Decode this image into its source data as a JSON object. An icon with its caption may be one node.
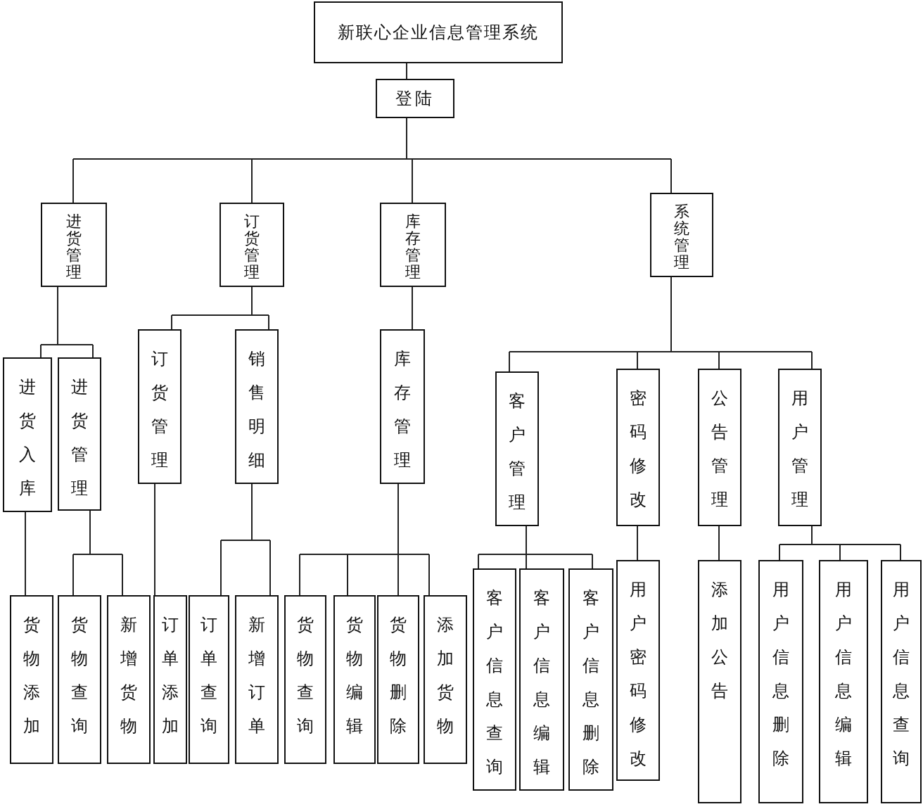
{
  "diagram": {
    "nodes": [
      {
        "text": [
          "新联心企业信息管理系统"
        ]
      },
      {
        "text": [
          "登陆"
        ]
      },
      {
        "text": [
          "进货管理"
        ]
      },
      {
        "text": [
          "订货管理"
        ]
      },
      {
        "text": [
          "库存管理"
        ]
      },
      {
        "text": [
          "系统管理"
        ]
      },
      {
        "text": [
          "进货入库"
        ]
      },
      {
        "text": [
          "进货管理"
        ]
      },
      {
        "text": [
          "订货管理"
        ]
      },
      {
        "text": [
          "销售明细"
        ]
      },
      {
        "text": [
          "库存管理"
        ]
      },
      {
        "text": [
          "客户管理"
        ]
      },
      {
        "text": [
          "密码修改"
        ]
      },
      {
        "text": [
          "公告管理"
        ]
      },
      {
        "text": [
          "用户管理"
        ]
      },
      {
        "text": [
          "货物添加"
        ]
      },
      {
        "text": [
          "货物查询"
        ]
      },
      {
        "text": [
          "新增货物"
        ]
      },
      {
        "text": [
          "订单添加"
        ]
      },
      {
        "text": [
          "订单查询"
        ]
      },
      {
        "text": [
          "新增订单"
        ]
      },
      {
        "text": [
          "货物查询"
        ]
      },
      {
        "text": [
          "货物编辑"
        ]
      },
      {
        "text": [
          "货物删除"
        ]
      },
      {
        "text": [
          "添加货物"
        ]
      },
      {
        "text": [
          "客户信息查询"
        ]
      },
      {
        "text": [
          "客户信息编辑"
        ]
      },
      {
        "text": [
          "客户信息删除"
        ]
      },
      {
        "text": [
          "用户密码修改"
        ]
      },
      {
        "text": [
          "添加公告"
        ]
      },
      {
        "text": [
          "用户信息删除"
        ]
      },
      {
        "text": [
          "用户信息编辑"
        ]
      },
      {
        "text": [
          "用户信息查询"
        ]
      }
    ],
    "edges": [
      {
        "from": 0,
        "to": 1,
        "arrow": "none"
      },
      {
        "from": 1,
        "to": 2,
        "arrow": "none"
      },
      {
        "from": 1,
        "to": 3,
        "arrow": "none"
      },
      {
        "from": 1,
        "to": 4,
        "arrow": "none"
      },
      {
        "from": 1,
        "to": 5,
        "arrow": "none"
      },
      {
        "from": 2,
        "to": 6,
        "arrow": "none"
      },
      {
        "from": 2,
        "to": 7,
        "arrow": "none"
      },
      {
        "from": 3,
        "to": 8,
        "arrow": "none"
      },
      {
        "from": 3,
        "to": 9,
        "arrow": "none"
      },
      {
        "from": 4,
        "to": 10,
        "arrow": "none"
      },
      {
        "from": 5,
        "to": 11,
        "arrow": "none"
      },
      {
        "from": 5,
        "to": 12,
        "arrow": "none"
      },
      {
        "from": 5,
        "to": 13,
        "arrow": "none"
      },
      {
        "from": 5,
        "to": 14,
        "arrow": "none"
      },
      {
        "from": 6,
        "to": 15,
        "arrow": "none"
      },
      {
        "from": 7,
        "to": 16,
        "arrow": "none"
      },
      {
        "from": 7,
        "to": 17,
        "arrow": "none"
      },
      {
        "from": 8,
        "to": 18,
        "arrow": "none"
      },
      {
        "from": 9,
        "to": 19,
        "arrow": "none"
      },
      {
        "from": 9,
        "to": 20,
        "arrow": "none"
      },
      {
        "from": 10,
        "to": 21,
        "arrow": "none"
      },
      {
        "from": 10,
        "to": 22,
        "arrow": "none"
      },
      {
        "from": 10,
        "to": 23,
        "arrow": "none"
      },
      {
        "from": 10,
        "to": 24,
        "arrow": "none"
      },
      {
        "from": 11,
        "to": 25,
        "arrow": "none"
      },
      {
        "from": 11,
        "to": 26,
        "arrow": "none"
      },
      {
        "from": 11,
        "to": 27,
        "arrow": "none"
      },
      {
        "from": 12,
        "to": 28,
        "arrow": "none"
      },
      {
        "from": 13,
        "to": 29,
        "arrow": "none"
      },
      {
        "from": 14,
        "to": 30,
        "arrow": "none"
      },
      {
        "from": 14,
        "to": 31,
        "arrow": "none"
      },
      {
        "from": 14,
        "to": 32,
        "arrow": "none"
      }
    ]
  }
}
